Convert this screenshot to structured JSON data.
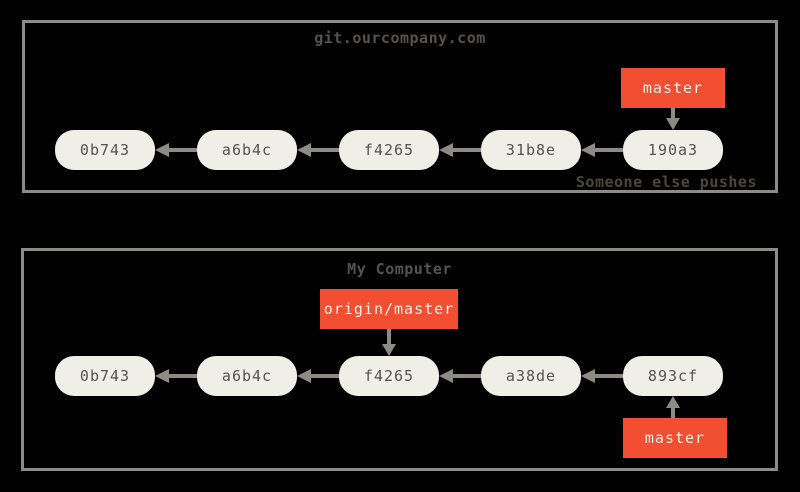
{
  "colors": {
    "background": "#000000",
    "box_border": "#8e8a84",
    "arrow": "#8e8a84",
    "commit_fill": "#f0efe7",
    "commit_text": "#57534b",
    "branch_fill": "#f14e32",
    "branch_text": "#f7f1e6",
    "title_text": "#57534c",
    "note_text": "#4e463c"
  },
  "repos": [
    {
      "title": "git.ourcompany.com",
      "commits": [
        "0b743",
        "a6b4c",
        "f4265",
        "31b8e",
        "190a3"
      ],
      "branches": [
        {
          "label": "master",
          "attached_to": "190a3",
          "position": "above"
        }
      ],
      "note": "Someone else pushes"
    },
    {
      "title": "My Computer",
      "commits": [
        "0b743",
        "a6b4c",
        "f4265",
        "a38de",
        "893cf"
      ],
      "branches": [
        {
          "label": "origin/master",
          "attached_to": "f4265",
          "position": "above"
        },
        {
          "label": "master",
          "attached_to": "893cf",
          "position": "below"
        }
      ]
    }
  ]
}
